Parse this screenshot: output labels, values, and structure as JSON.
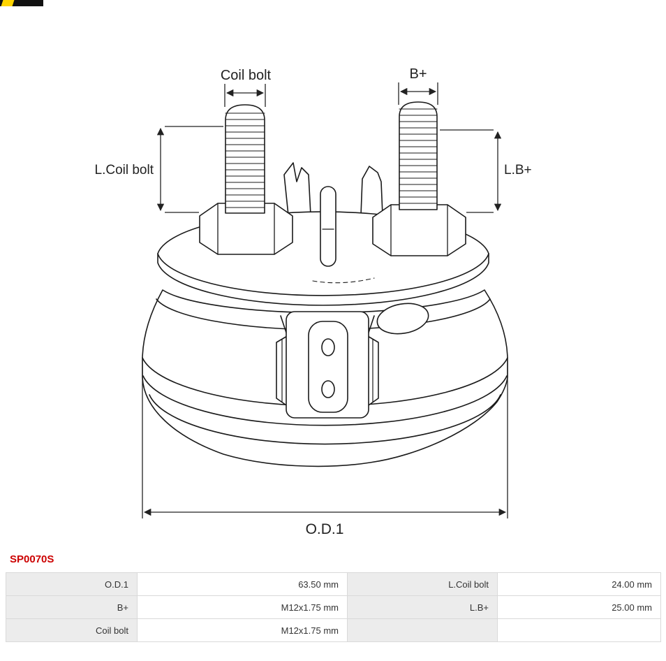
{
  "colors": {
    "part-number": "#cc0000",
    "diagram-line": "#1a1a1a",
    "dimension-line": "#222222",
    "table-border": "#d9d9d9",
    "table-label-bg": "#ececec",
    "brand-bar": "#111111",
    "brand-accent": "#ffd400"
  },
  "part_number": "SP0070S",
  "diagram": {
    "labels": {
      "coil_bolt": "Coil bolt",
      "b_plus": "B+",
      "l_coil_bolt": "L.Coil bolt",
      "l_b_plus": "L.B+",
      "od1": "O.D.1"
    }
  },
  "specs_table": {
    "rows": [
      {
        "cells": [
          {
            "label": "O.D.1",
            "value": "63.50 mm"
          },
          {
            "label": "L.Coil bolt",
            "value": "24.00 mm"
          }
        ]
      },
      {
        "cells": [
          {
            "label": "B+",
            "value": "M12x1.75 mm"
          },
          {
            "label": "L.B+",
            "value": "25.00 mm"
          }
        ]
      },
      {
        "cells": [
          {
            "label": "Coil bolt",
            "value": "M12x1.75 mm"
          },
          {
            "label": "",
            "value": ""
          }
        ]
      }
    ]
  }
}
